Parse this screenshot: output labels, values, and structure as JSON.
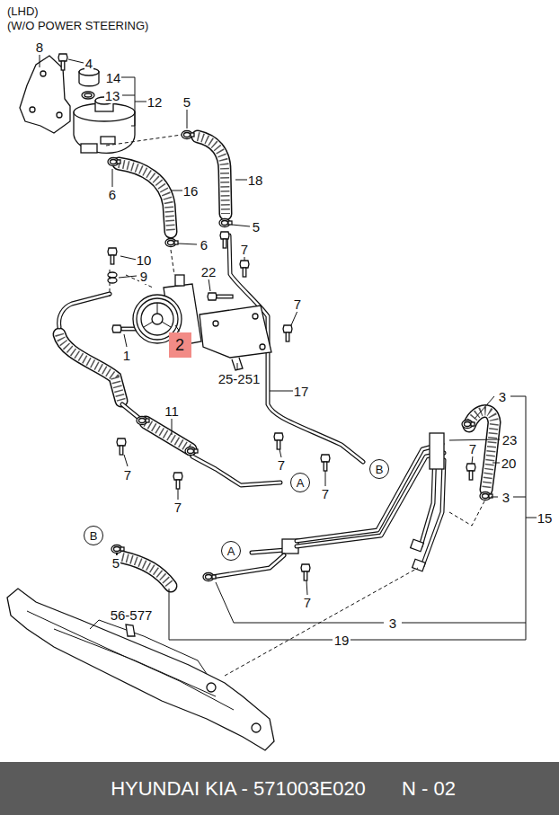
{
  "diagram": {
    "nodes": [
      {
        "text": [
          "2"
        ]
      },
      {
        "text": [
          "B"
        ]
      },
      {
        "text": [
          "A"
        ]
      },
      {
        "text": [
          "B"
        ]
      },
      {
        "text": [
          "A"
        ]
      },
      {
        "text": [
          "HYUNDAI KIA - 571003E020",
          "N - 02"
        ]
      }
    ],
    "labels": [
      "(LHD)",
      "(W/O POWER STEERING)",
      "8",
      "4",
      "14",
      "13",
      "12",
      "5",
      "16",
      "6",
      "18",
      "5",
      "6",
      "7",
      "10",
      "22",
      "9",
      "7",
      "1",
      "25-251",
      "17",
      "3",
      "11",
      "23",
      "7",
      "20",
      "7",
      "7",
      "7",
      "3",
      "7",
      "15",
      "5",
      "7",
      "56-577",
      "3",
      "19"
    ]
  }
}
